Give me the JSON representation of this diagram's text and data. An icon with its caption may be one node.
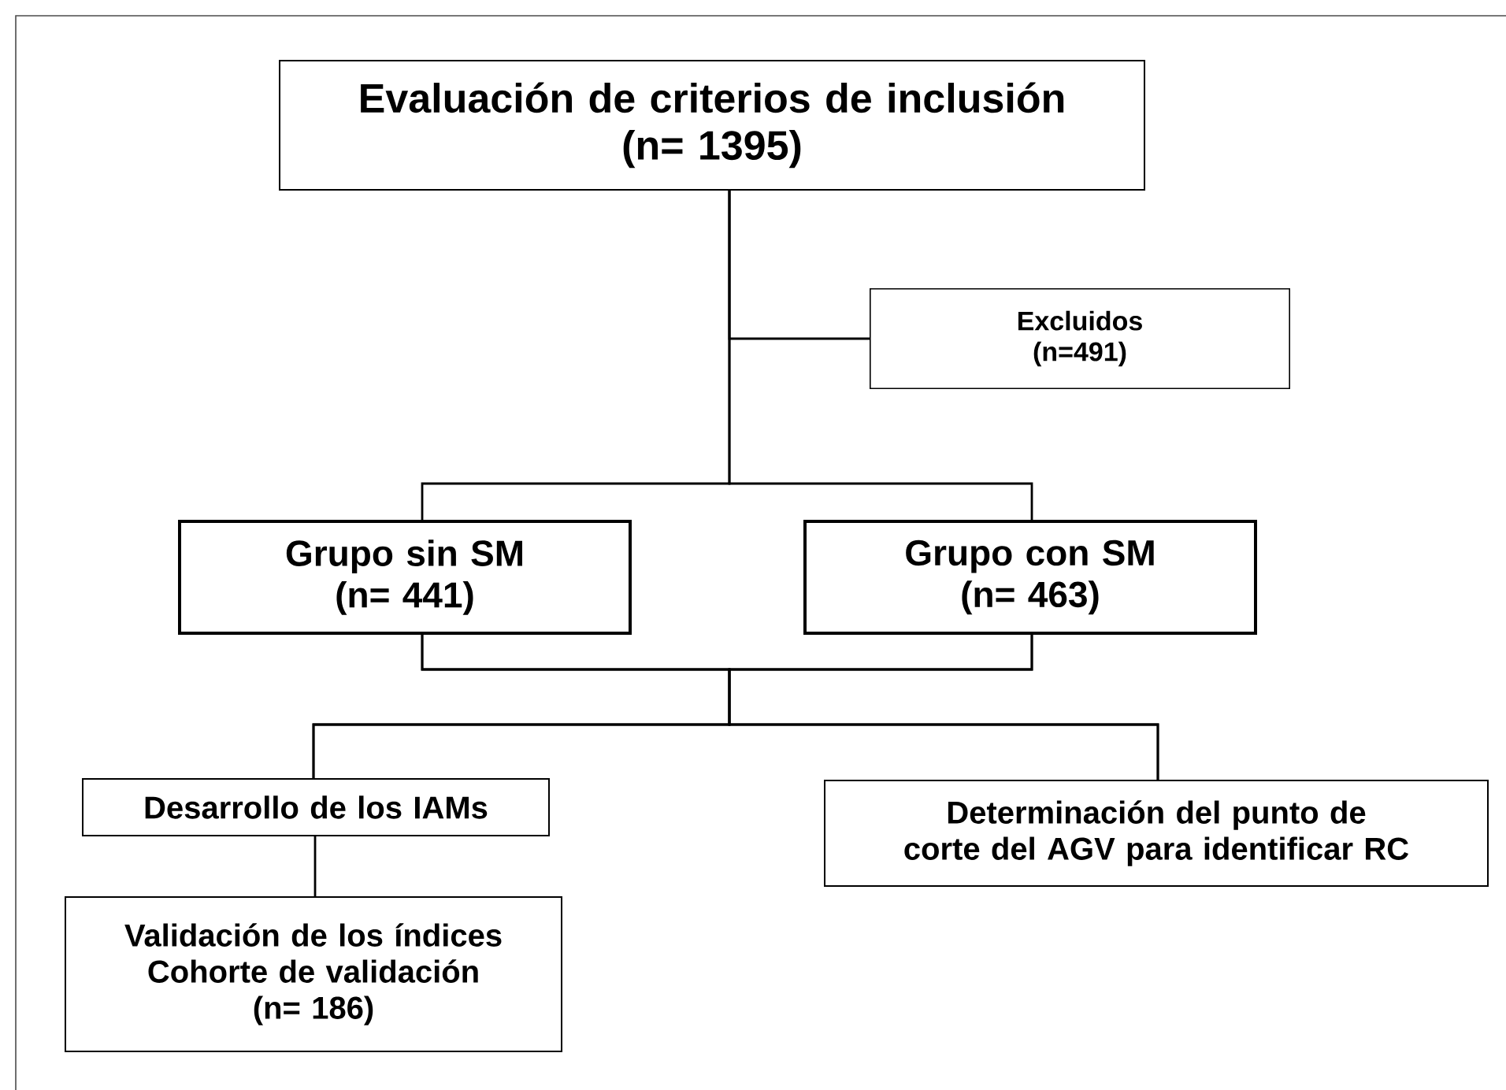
{
  "diagram": {
    "nodes": [
      {
        "text": [
          "Evaluación de criterios de inclusión",
          "(n= 1395)"
        ]
      },
      {
        "text": [
          "Excluidos",
          "(n=491)"
        ]
      },
      {
        "text": [
          "Grupo sin SM",
          "(n= 441)"
        ]
      },
      {
        "text": [
          "Grupo con SM",
          "(n= 463)"
        ]
      },
      {
        "text": [
          "Desarrollo de los IAMs"
        ]
      },
      {
        "text": [
          "Determinación del punto de corte del AGV para identificar RC"
        ]
      },
      {
        "text": [
          "Validación de los índices",
          "Cohorte de validación",
          "(n= 186)"
        ]
      }
    ],
    "edges": [
      {
        "from": 0,
        "to": 1,
        "arrow": "none"
      },
      {
        "from": 0,
        "to": 2,
        "arrow": "none"
      },
      {
        "from": 0,
        "to": 3,
        "arrow": "none"
      },
      {
        "from": 2,
        "to": 4,
        "arrow": "none"
      },
      {
        "from": 2,
        "to": 5,
        "arrow": "none"
      },
      {
        "from": 3,
        "to": 4,
        "arrow": "none"
      },
      {
        "from": 3,
        "to": 5,
        "arrow": "none"
      },
      {
        "from": 4,
        "to": 6,
        "arrow": "none"
      }
    ]
  }
}
